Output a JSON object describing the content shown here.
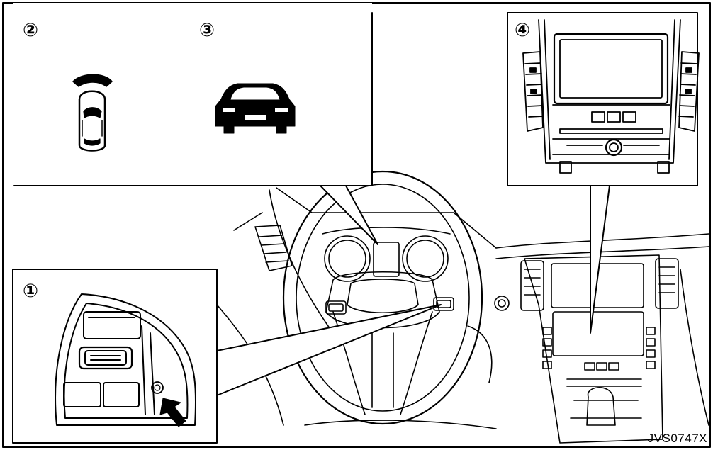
{
  "figure": {
    "callouts": {
      "steering_switch": "①",
      "sonar_display": "②",
      "vehicle_ahead_display": "③",
      "center_display": "④"
    },
    "code": "JVS0747X"
  },
  "colors": {
    "ink": "#000000",
    "paper": "#ffffff",
    "hatch": "#444444"
  },
  "icons": {
    "sonar": "car-top-view-with-sonar-arc-icon",
    "vehicle": "car-rear-view-icon",
    "arrow": "pointer-arrow-icon",
    "button": "steering-switch-button-icon"
  }
}
